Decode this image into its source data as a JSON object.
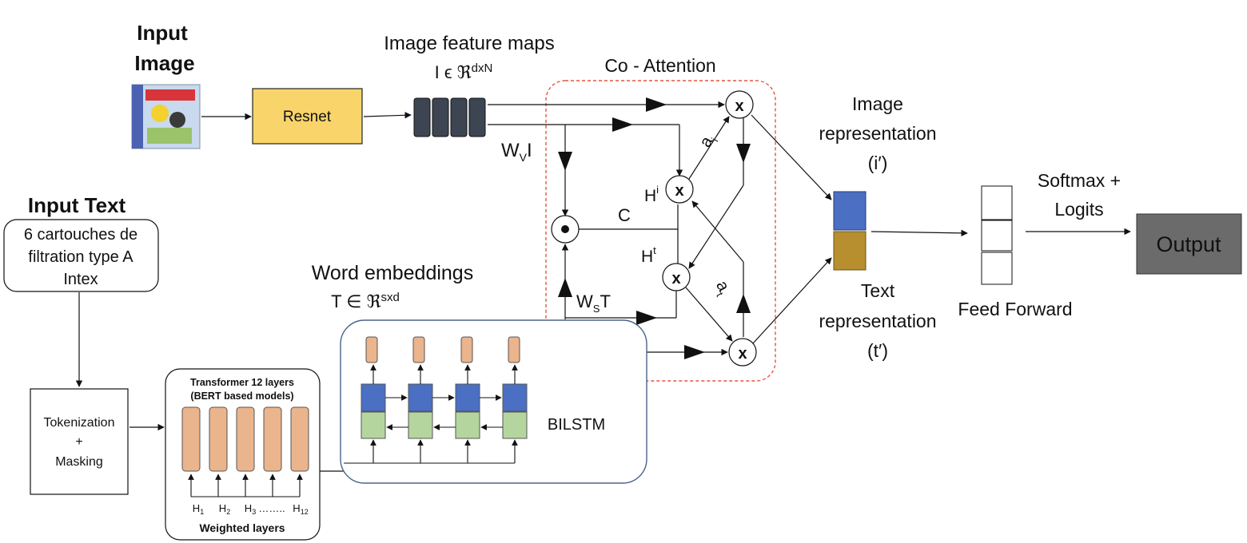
{
  "input_image": {
    "title_line1": "Input",
    "title_line2": "Image"
  },
  "resnet": {
    "label": "Resnet"
  },
  "feature_maps": {
    "title": "Image feature maps",
    "formula_main": "I ϵ ℜ",
    "formula_sup": "dxN"
  },
  "co_attention": {
    "label": "Co - Attention",
    "wvi_w": "W",
    "wvi_sub": "V",
    "wvi_rest": "I",
    "wst_w": "W",
    "wst_sub": "S",
    "wst_rest": "T",
    "c_label": "C",
    "node_symbol": "x",
    "hi_base": "H",
    "hi_sup": "i",
    "ht_base": "H",
    "ht_sup": "t",
    "ai_base": "a",
    "ai_sub": "i",
    "at_base": "a",
    "at_sub": "t"
  },
  "representation": {
    "image_line1": "Image",
    "image_line2": "representation",
    "image_symbol": "(i′)",
    "text_line1": "Text",
    "text_line2": "representation",
    "text_symbol": "(t′)"
  },
  "feed_forward": {
    "label": "Feed Forward"
  },
  "softmax": {
    "line1": "Softmax +",
    "line2": "Logits"
  },
  "output": {
    "label": "Output"
  },
  "input_text": {
    "title": "Input Text",
    "lines": [
      "6 cartouches de",
      "filtration type A",
      "Intex"
    ]
  },
  "tokenization": {
    "line1": "Tokenization",
    "line2": "+",
    "line3": "Masking"
  },
  "transformer": {
    "title": "Transformer 12 layers",
    "subtitle": "(BERT based models)",
    "h1_base": "H",
    "h1_sub": "1",
    "h2_base": "H",
    "h2_sub": "2",
    "h3_base": "H",
    "h3_sub": "3",
    "ellipsis": "……..",
    "h12_base": "H",
    "h12_sub": "12",
    "footer": "Weighted layers"
  },
  "word_embeddings": {
    "title": "Word embeddings",
    "formula_main": "T ∈ ℜ",
    "formula_sup": "sxd"
  },
  "bilstm": {
    "label": "BILSTM"
  },
  "colors": {
    "resnet_fill": "#f8d46a",
    "feature_map_fill": "#3d4552",
    "co_attention_border": "#e5553d",
    "image_rep": "#4a6fc3",
    "text_rep": "#b78f2f",
    "transformer_layer": "#eab48c",
    "lstm_forward": "#4a6fc3",
    "lstm_backward": "#b5d59e",
    "output_fill": "#6b6b6b"
  }
}
